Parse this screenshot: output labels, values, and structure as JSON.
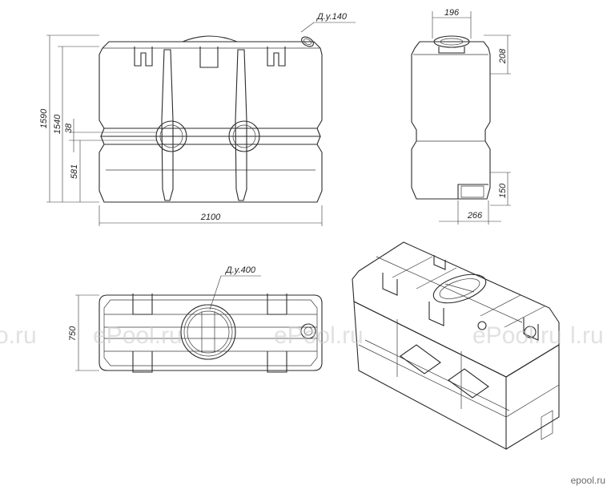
{
  "dimensions": {
    "length": "2100",
    "height_total": "1590",
    "height_body": "1540",
    "outlet_offset": "38",
    "outlet_height": "581",
    "side_width": "196",
    "side_top": "208",
    "side_bottom": "150",
    "side_base": "266",
    "plan_width": "750"
  },
  "labels": {
    "inlet_small": "Д.у.140",
    "inlet_large": "Д.у.400"
  },
  "watermarks": [
    "o.ru",
    "ePool.ru",
    "ePool.ru",
    "ePool.ru",
    "l.ru"
  ],
  "logo": "epool.ru",
  "colors": {
    "line": "#2a2a2a",
    "watermark": "#c9c9c9"
  }
}
